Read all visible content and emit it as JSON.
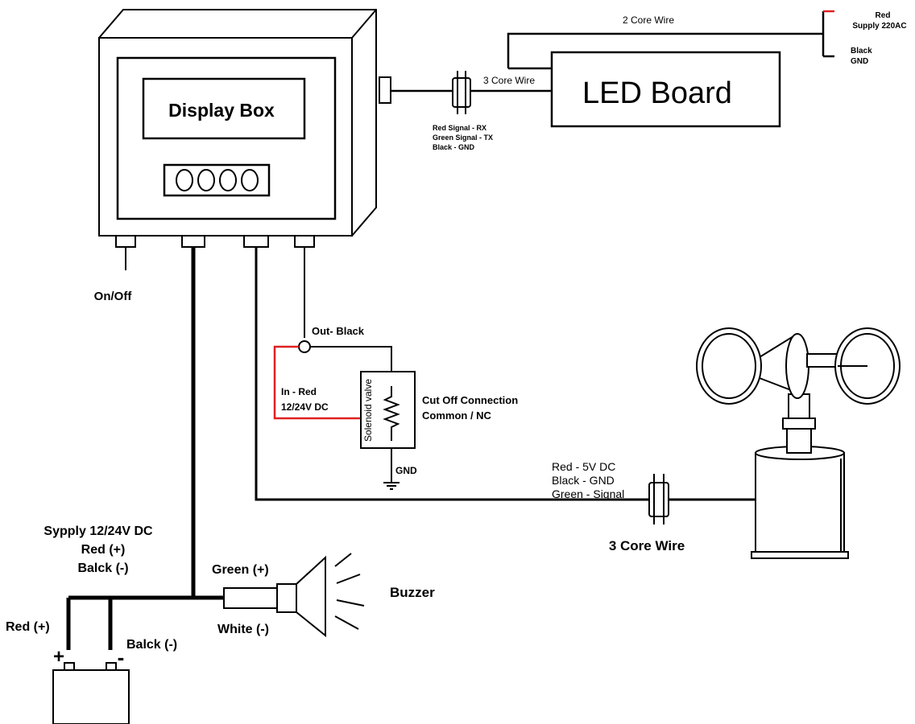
{
  "colors": {
    "line": "#000000",
    "red_wire": "#e02020",
    "background": "#ffffff"
  },
  "display_box": {
    "title": "Display Box"
  },
  "led_board": {
    "title": "LED Board"
  },
  "wires": {
    "two_core": "2 Core Wire",
    "three_core_top": "3 Core Wire",
    "three_core_bottom": "3 Core Wire"
  },
  "supply_220": {
    "red": "Red",
    "supply": "Supply 220AC",
    "black": "Black",
    "gnd": "GND"
  },
  "signal_legend": [
    "Red Signal - RX",
    "Green Signal - TX",
    "Black - GND"
  ],
  "switch": {
    "label": "On/Off"
  },
  "solenoid": {
    "out": "Out- Black",
    "in_line1": "In - Red",
    "in_line2": "12/24V DC",
    "valve": "Solenoid valve",
    "cutoff_line1": "Cut Off Connection",
    "cutoff_line2": "Common / NC",
    "gnd": "GND"
  },
  "anemometer_legend": [
    "Red - 5V DC",
    "Black - GND",
    "Green - Signal"
  ],
  "supply": {
    "line1": "Sypply 12/24V DC",
    "line2": "Red (+)",
    "line3": "Balck (-)"
  },
  "battery": {
    "red": "Red (+)",
    "black": "Balck (-)",
    "plus": "+",
    "minus": "-"
  },
  "buzzer": {
    "label": "Buzzer",
    "green": "Green (+)",
    "white": "White (-)"
  },
  "icons": [
    "display-box",
    "led-board",
    "connector",
    "solenoid-valve",
    "buzzer-icon",
    "battery-icon",
    "anemometer-icon",
    "ground-icon"
  ]
}
